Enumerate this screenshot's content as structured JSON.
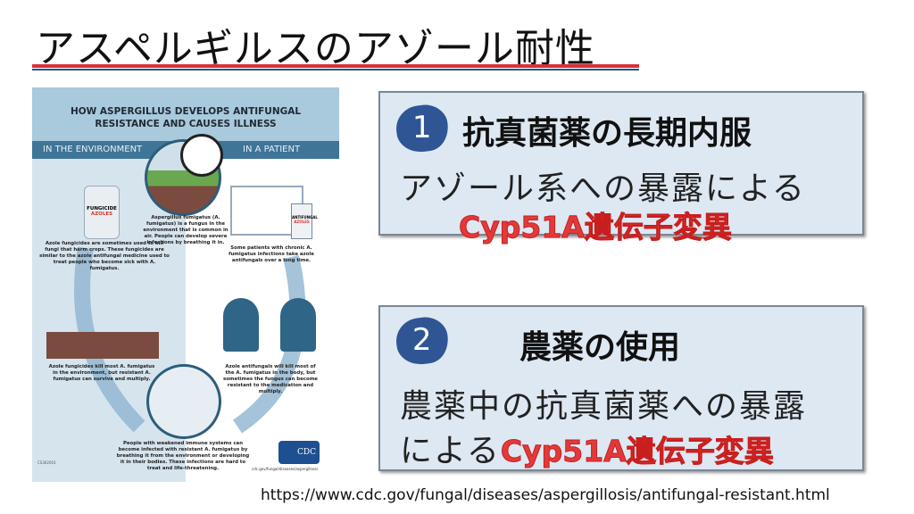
{
  "slide": {
    "title": "アスペルギルスのアゾール耐性"
  },
  "infographic": {
    "heading_line1": "HOW ASPERGILLUS DEVELOPS ANTIFUNGAL",
    "heading_line2": "RESISTANCE AND CAUSES ILLNESS",
    "band_left": "IN THE ENVIRONMENT",
    "band_right": "IN A PATIENT",
    "sprayer_label1": "FUNGICIDE",
    "sprayer_label2": "AZOLES",
    "bottle_label1": "ANTIFUNGAL",
    "bottle_label2": "AZOLES",
    "cap_fungus": "Aspergillus fumigatus (A. fumigatus) is a fungus in the environment that is common in air. People can develop severe infections by breathing it in.",
    "cap_fungicide": "Azole fungicides are sometimes used to kill fungi that harm crops. These fungicides are similar to the azole antifungal medicine used to treat people who become sick with A. fumigatus.",
    "cap_patients": "Some patients with chronic A. fumigatus infections take azole antifungals over a long time.",
    "cap_env_kill": "Azole fungicides kill most A. fumigatus in the environment, but resistant A. fumigatus can survive and multiply.",
    "cap_body_kill": "Azole antifungals will kill most of the A. fumigatus in the body, but sometimes the fungus can become resistant to the medication and multiply.",
    "cap_people": "People with weakened immune systems can become infected with resistant A. fumigatus by breathing it from the environment or developing it in their bodies. These infections are hard to treat and life-threatening.",
    "code": "CS302010",
    "cdc_logo": "CDC",
    "cdc_url": "cdc.gov/fungal/diseases/aspergillosis"
  },
  "points": [
    {
      "number": "1",
      "heading": "抗真菌薬の長期内服",
      "line1": "アゾール系への暴露による",
      "line2_highlight": "Cyp51A遺伝子変異"
    },
    {
      "number": "2",
      "heading": "農薬の使用",
      "line1": "農薬中の抗真菌薬への暴露",
      "line2_prefix": "による",
      "line2_highlight": "Cyp51A遺伝子変異"
    }
  ],
  "source_url": "https://www.cdc.gov/fungal/diseases/aspergillosis/antifungal-resistant.html",
  "colors": {
    "accent_red": "#e23a3a",
    "badge_blue": "#2f5594",
    "box_bg": "#dde8f3"
  }
}
